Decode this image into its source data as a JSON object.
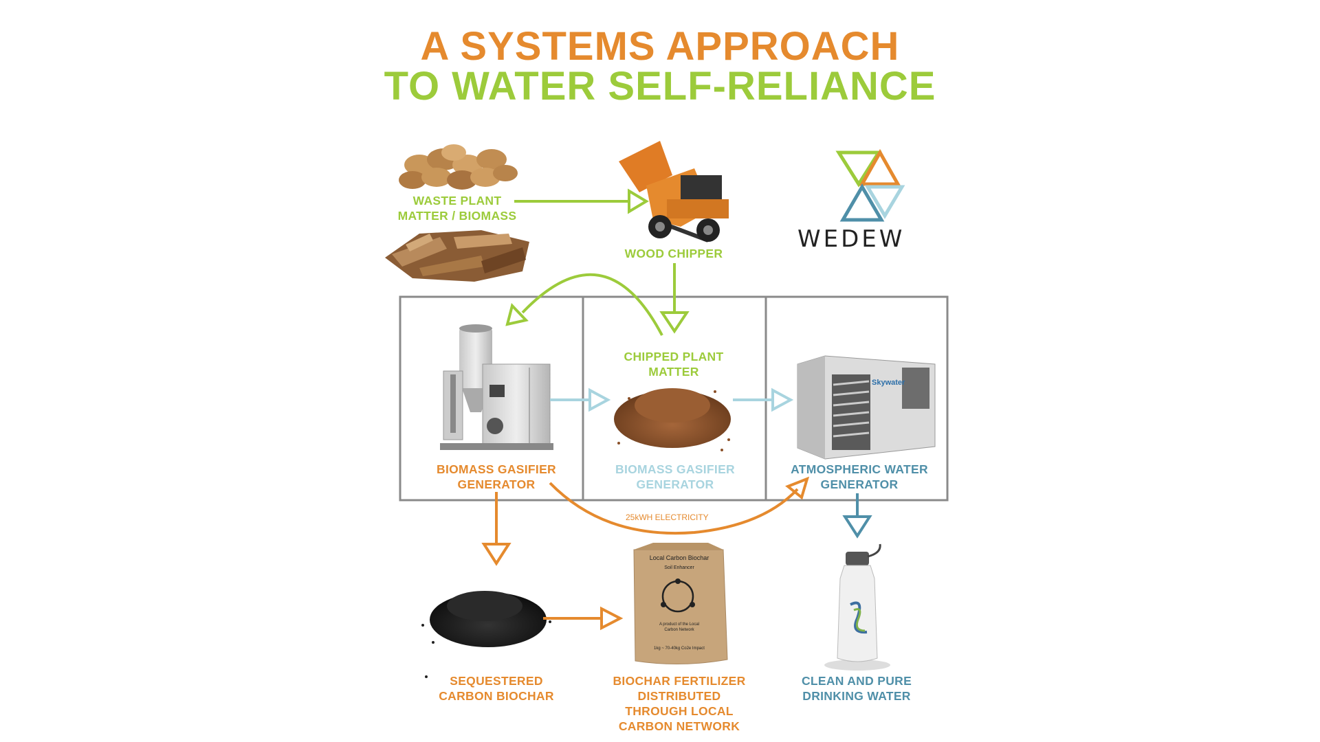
{
  "title": {
    "line1": "A SYSTEMS APPROACH",
    "line2": "TO WATER SELF-RELIANCE"
  },
  "logo": {
    "text": "WEDEW",
    "icon": "wedew-triangles-logo"
  },
  "labels": {
    "waste_plant": "WASTE PLANT\nMATTER / BIOMASS",
    "wood_chipper": "WOOD CHIPPER",
    "chipped_plant": "CHIPPED PLANT\nMATTER",
    "biomass_gasifier": "BIOMASS GASIFIER\nGENERATOR",
    "biomass_gasifier_faded": "BIOMASS GASIFIER\nGENERATOR",
    "atmospheric_water": "ATMOSPHERIC WATER\nGENERATOR",
    "electricity": "25kWH ELECTRICITY",
    "sequestered": "SEQUESTERED\nCARBON BIOCHAR",
    "biochar_fertilizer": "BIOCHAR FERTILIZER\nDISTRIBUTED\nTHROUGH LOCAL\nCARBON NETWORK",
    "clean_water": "CLEAN AND PURE\nDRINKING WATER"
  },
  "product_text": {
    "awg_brand": "Skywater",
    "bag_title": "Local Carbon Biochar",
    "bag_subtitle": "Soil Enhancer",
    "bag_line1": "A product of the Local",
    "bag_line2": "Carbon Network",
    "bag_weight": "1kg ~ 70-40kg Co2e Impact"
  },
  "colors": {
    "green": "#9ccb3b",
    "orange": "#e58a2e",
    "blue": "#4f8fa8",
    "light_blue": "#a8d4df",
    "box_gray": "#8a8a8a"
  }
}
